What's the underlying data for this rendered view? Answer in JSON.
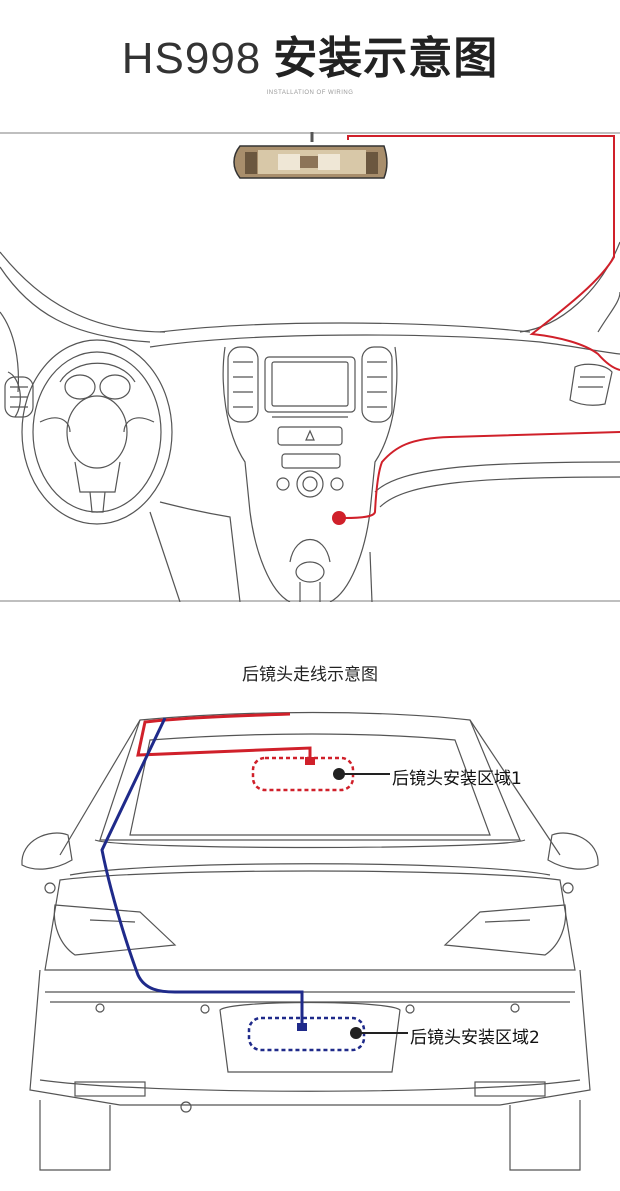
{
  "header": {
    "model": "HS998",
    "title_cn": "安装示意图",
    "subtitle": "INSTALLATION OF WIRING"
  },
  "rear_section": {
    "title": "后镜头走线示意图",
    "zone1_label": "后镜头安装区域1",
    "zone2_label": "后镜头安装区域2"
  },
  "colors": {
    "front_wire": "#d0202a",
    "rear_wire_red": "#d0202a",
    "rear_wire_blue": "#1f2a8a",
    "outline": "#555555"
  }
}
